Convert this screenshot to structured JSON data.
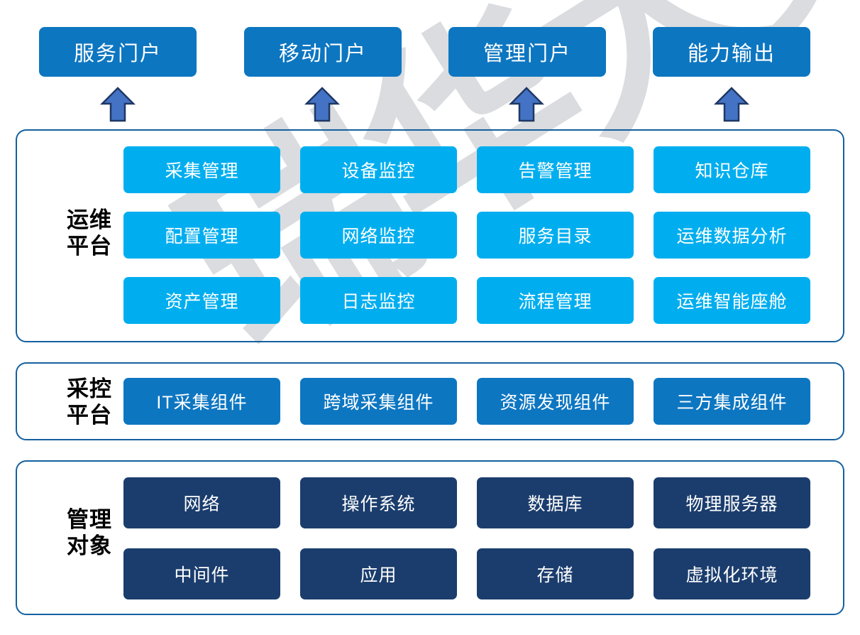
{
  "watermark": {
    "text": "瑞华大数据"
  },
  "colors": {
    "portal_blue": "#0D76C1",
    "cell_cyan": "#00AEEF",
    "cell_blue": "#0D76C1",
    "cell_navy": "#1B3D6D",
    "panel_border": "#15609F",
    "arrow_fill": "#4472C4",
    "arrow_stroke": "#1F3864",
    "label_text": "#000000"
  },
  "portals": [
    {
      "label": "服务门户"
    },
    {
      "label": "移动门户"
    },
    {
      "label": "管理门户"
    },
    {
      "label": "能力输出"
    }
  ],
  "arrows": [
    {
      "name": "arrow-up-service-portal"
    },
    {
      "name": "arrow-up-mobile-portal"
    },
    {
      "name": "arrow-up-management-portal"
    },
    {
      "name": "arrow-up-capability-output"
    }
  ],
  "layers": [
    {
      "id": "ops",
      "label": "运维\n平台",
      "style": "cyan",
      "rows": [
        [
          "采集管理",
          "设备监控",
          "告警管理",
          "知识仓库"
        ],
        [
          "配置管理",
          "网络监控",
          "服务目录",
          "运维数据分析"
        ],
        [
          "资产管理",
          "日志监控",
          "流程管理",
          "运维智能座舱"
        ]
      ]
    },
    {
      "id": "collect",
      "label": "采控\n平台",
      "style": "blue",
      "rows": [
        [
          "IT采集组件",
          "跨域采集组件",
          "资源发现组件",
          "三方集成组件"
        ]
      ]
    },
    {
      "id": "object",
      "label": "管理\n对象",
      "style": "navy",
      "rows": [
        [
          "网络",
          "操作系统",
          "数据库",
          "物理服务器"
        ],
        [
          "中间件",
          "应用",
          "存储",
          "虚拟化环境"
        ]
      ]
    }
  ]
}
